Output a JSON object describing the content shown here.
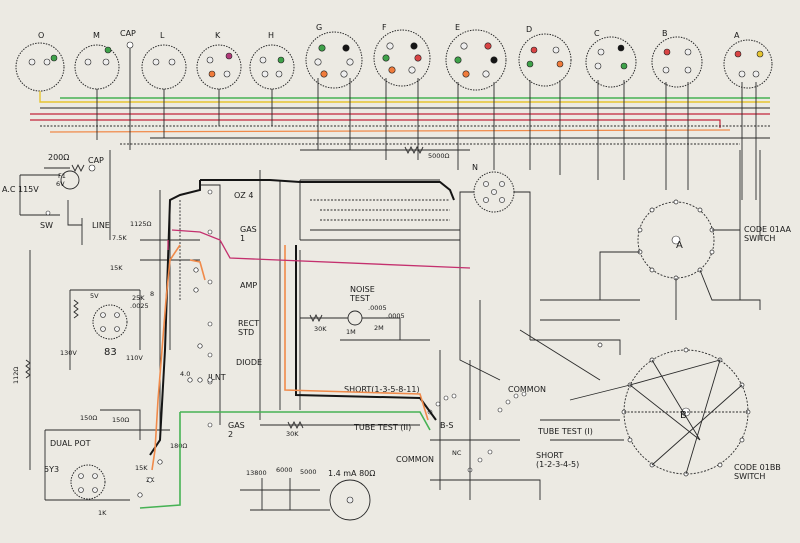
{
  "sockets": [
    {
      "id": "O",
      "label": "O"
    },
    {
      "id": "M",
      "label": "M"
    },
    {
      "id": "CAP",
      "label": "CAP"
    },
    {
      "id": "L",
      "label": "L"
    },
    {
      "id": "K",
      "label": "K"
    },
    {
      "id": "H",
      "label": "H"
    },
    {
      "id": "G",
      "label": "G"
    },
    {
      "id": "F",
      "label": "F"
    },
    {
      "id": "E",
      "label": "E"
    },
    {
      "id": "D",
      "label": "D"
    },
    {
      "id": "C",
      "label": "C"
    },
    {
      "id": "B",
      "label": "B"
    },
    {
      "id": "A",
      "label": "A"
    }
  ],
  "labels": {
    "ac_line": "A.C 115V",
    "switch_sw": "SW",
    "line": "LINE",
    "fuse": "F1",
    "pilot": "6V",
    "cap": "CAP",
    "r_200": "200Ω",
    "r_5000": "5000Ω",
    "socket_n": "N",
    "sw_a": "A",
    "sw_a_name": "CODE 01AA\nSWITCH",
    "sw_b": "B",
    "sw_b_name": "CODE 01BB\nSWITCH",
    "oz4": "OZ 4",
    "gas1": "GAS\n1",
    "amp": "AMP",
    "rect_std": "RECT\nSTD",
    "diode": "DIODE",
    "ilnt": "ILNT",
    "gas2": "GAS\n2",
    "noise_test": "NOISE\nTEST",
    "r_30k_a": "30K",
    "r_30k_b": "30K",
    "c_0005": ".0005",
    "c_0005b": ".0005",
    "r_1m": "1M",
    "r_2m": "2M",
    "short_1": "SHORT(1-3-5-8-11)",
    "common_1": "COMMON",
    "tube_test_ii": "TUBE TEST (II)",
    "tube_test_i": "TUBE TEST (I)",
    "short_2": "SHORT\n(1-2-3-4-5)",
    "common_2": "COMMON",
    "b_s": "B-S",
    "nc": "NC",
    "meter": "1.4 mA 80Ω",
    "r_13800": "13800",
    "r_6000": "6000",
    "r_5000b": "5000",
    "tube_83": "83",
    "tube_5y3": "5Y3",
    "dual_pot": "DUAL POT",
    "r_1125": "1125Ω",
    "r_15k": "15K",
    "r_25k": "25K",
    "r_150a": "150Ω",
    "r_150b": "150Ω",
    "r_1k": "1K",
    "v_110": "110V",
    "v_130": "130V",
    "v_5v": "5V",
    "r_7_5k": "7.5K",
    "c_8": "8",
    "r_112": "112Ω",
    "r_180": "180Ω",
    "r_15k2": "15K",
    "r_2k": "2K",
    "r_40": "4.0",
    "c_0025": ".0025"
  },
  "colors": {
    "paper": "#eceae3",
    "ink": "#2a2a2a",
    "wire_yellow": "#e6c531",
    "wire_green": "#46b254",
    "wire_red": "#c3263b",
    "wire_pink": "#d7426d",
    "wire_orange": "#f08a4a",
    "wire_black": "#151515",
    "wire_magenta": "#c4306e"
  }
}
